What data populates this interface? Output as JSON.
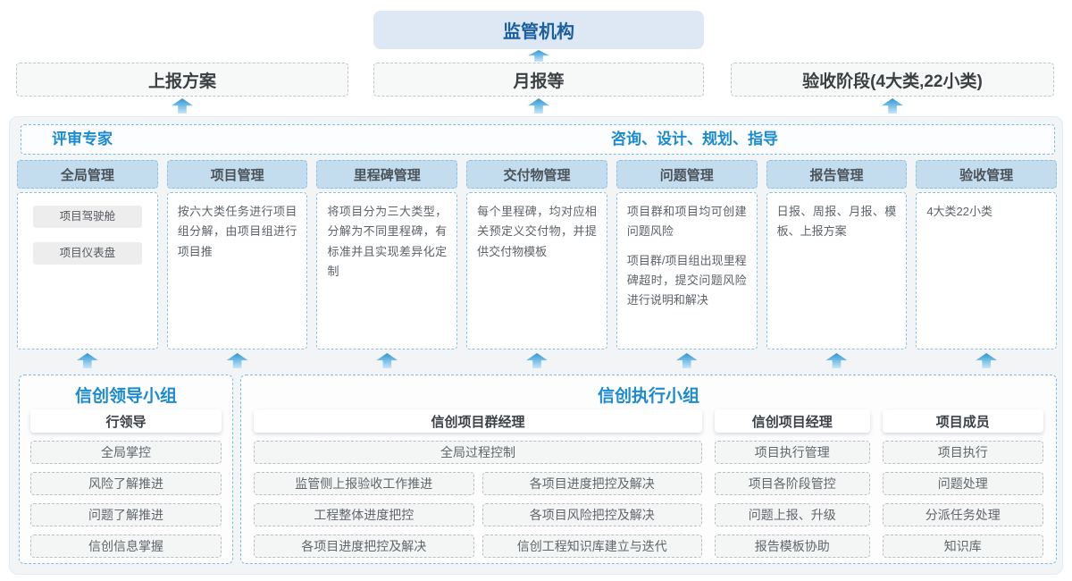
{
  "top": {
    "regulator": "监管机构"
  },
  "report_row": [
    {
      "label": "上报方案"
    },
    {
      "label": "月报等"
    },
    {
      "label": "验收阶段(4大类,22小类)"
    }
  ],
  "platform": {
    "experts_label": "评审专家",
    "consult_label": "咨询、设计、规划、指导",
    "columns": [
      {
        "title": "全局管理",
        "chips": [
          "项目驾驶舱",
          "项目仪表盘"
        ]
      },
      {
        "title": "项目管理",
        "paragraphs": [
          "按六大类任务进行项目组分解，由项目组进行项目推"
        ]
      },
      {
        "title": "里程碑管理",
        "paragraphs": [
          "将项目分为三大类型，分解为不同里程碑，有标准并且实现差异化定制"
        ]
      },
      {
        "title": "交付物管理",
        "paragraphs": [
          "每个里程碑，均对应相关预定义交付物，并提供交付物模板"
        ]
      },
      {
        "title": "问题管理",
        "paragraphs": [
          "项目群和项目均可创建问题风险",
          "项目群/项目组出现里程碑超时，提交问题风险进行说明和解决"
        ]
      },
      {
        "title": "报告管理",
        "paragraphs": [
          "日报、周报、月报、模板、上报方案"
        ]
      },
      {
        "title": "验收管理",
        "paragraphs": [
          "4大类22小类"
        ]
      }
    ]
  },
  "groups": {
    "leader": {
      "title": "信创领导小组",
      "role": "行领导",
      "items": [
        "全局掌控",
        "风险了解推进",
        "问题了解推进",
        "信创信息掌握"
      ]
    },
    "exec": {
      "title": "信创执行小组",
      "program_manager": {
        "role": "信创项目群经理",
        "full_item": "全局过程控制",
        "left_items": [
          "监管侧上报验收工作推进",
          "工程整体进度把控",
          "各项目进度把控及解决"
        ],
        "right_items": [
          "各项目进度把控及解决",
          "各项目风险把控及解决",
          "信创工程知识库建立与迭代"
        ]
      },
      "project_manager": {
        "role": "信创项目经理",
        "items": [
          "项目执行管理",
          "项目各阶段管控",
          "问题上报、升级",
          "报告模板协助"
        ]
      },
      "member": {
        "role": "项目成员",
        "items": [
          "项目执行",
          "问题处理",
          "分派任务处理",
          "知识库"
        ]
      }
    }
  },
  "colors": {
    "accent_blue": "#1b8ad1",
    "regulator_text": "#1a5fa0",
    "regulator_fill": "#dee8f4",
    "arrow_blue": "#3e9fd9",
    "column_header_fill": "#c3ddee",
    "dashed_blue_border": "#85c2e5",
    "platform_fill": "#f2f4f6"
  }
}
